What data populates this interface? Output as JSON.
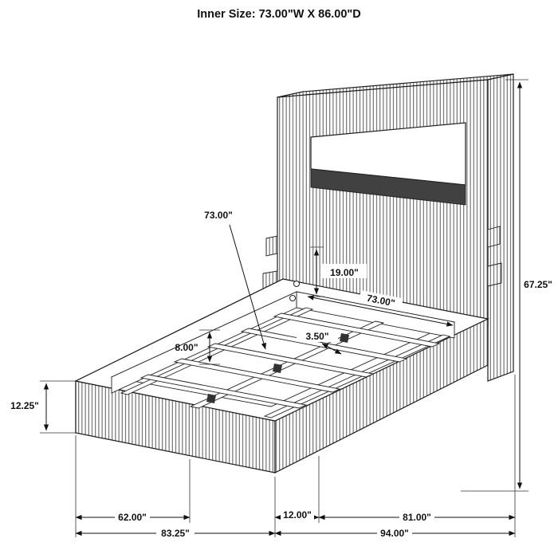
{
  "title": "Inner Size: 73.00\"W X 86.00\"D",
  "dims": {
    "inner_width_leader": "73.00\"",
    "headboard_lower_height": "19.00\"",
    "overall_height": "67.25\"",
    "inner_width": "73.00\"",
    "slat_width": "3.50\"",
    "slat_ledge_height": "8.00\"",
    "side_rail_height": "12.25\"",
    "footboard_width": "62.00\"",
    "rail_offset": "12.00\"",
    "side_rail_length": "81.00\"",
    "overall_width": "83.25\"",
    "overall_depth": "94.00\""
  }
}
